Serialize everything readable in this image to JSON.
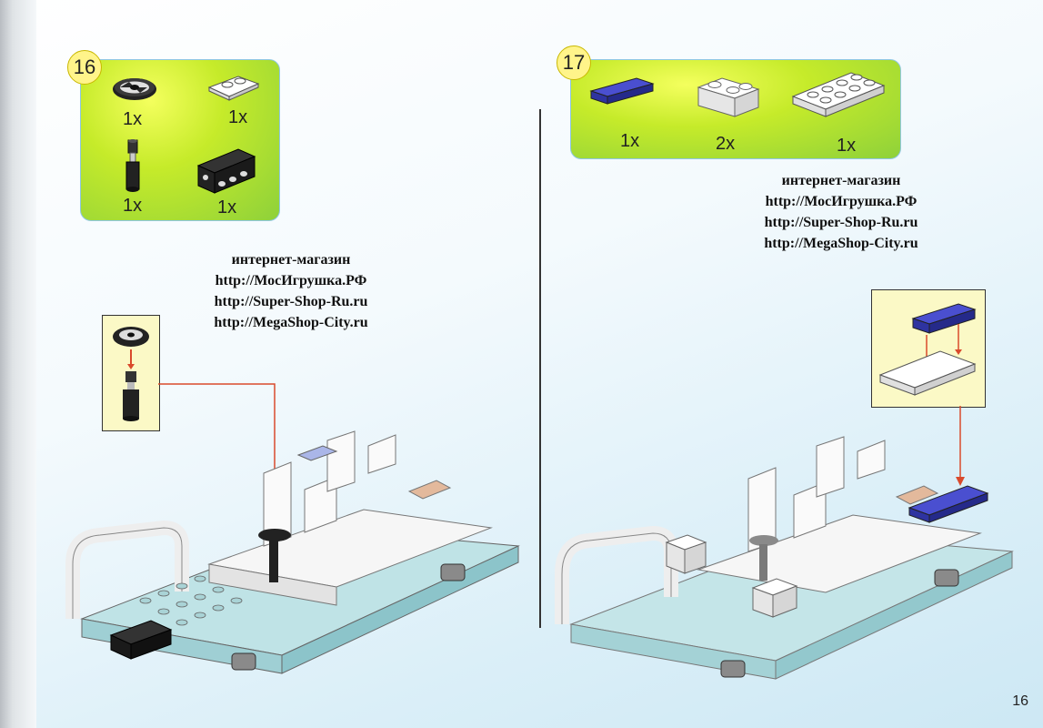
{
  "steps": [
    {
      "number": "16",
      "parts": [
        {
          "icon": "steering-wheel-icon",
          "qty": "1x"
        },
        {
          "icon": "white-plate-1x2-icon",
          "qty": "1x"
        },
        {
          "icon": "black-pillar-icon",
          "qty": "1x"
        },
        {
          "icon": "black-bracket-plate-icon",
          "qty": "1x"
        }
      ]
    },
    {
      "number": "17",
      "parts": [
        {
          "icon": "blue-tile-1x4-icon",
          "qty": "1x"
        },
        {
          "icon": "white-corner-brick-icon",
          "qty": "2x"
        },
        {
          "icon": "white-plate-2x4-icon",
          "qty": "1x"
        }
      ]
    }
  ],
  "shop": {
    "title": "интернет-магазин",
    "links": [
      "http://МосИгрушка.РФ",
      "http://Super-Shop-Ru.ru",
      "http://MegaShop-City.ru"
    ]
  },
  "page_number": "16",
  "colors": {
    "panel_green": "#a8dd34",
    "callout_yellow": "#fbf9c6",
    "arrow_red": "#d94a2c",
    "brick_blue": "#3a3fb3"
  }
}
